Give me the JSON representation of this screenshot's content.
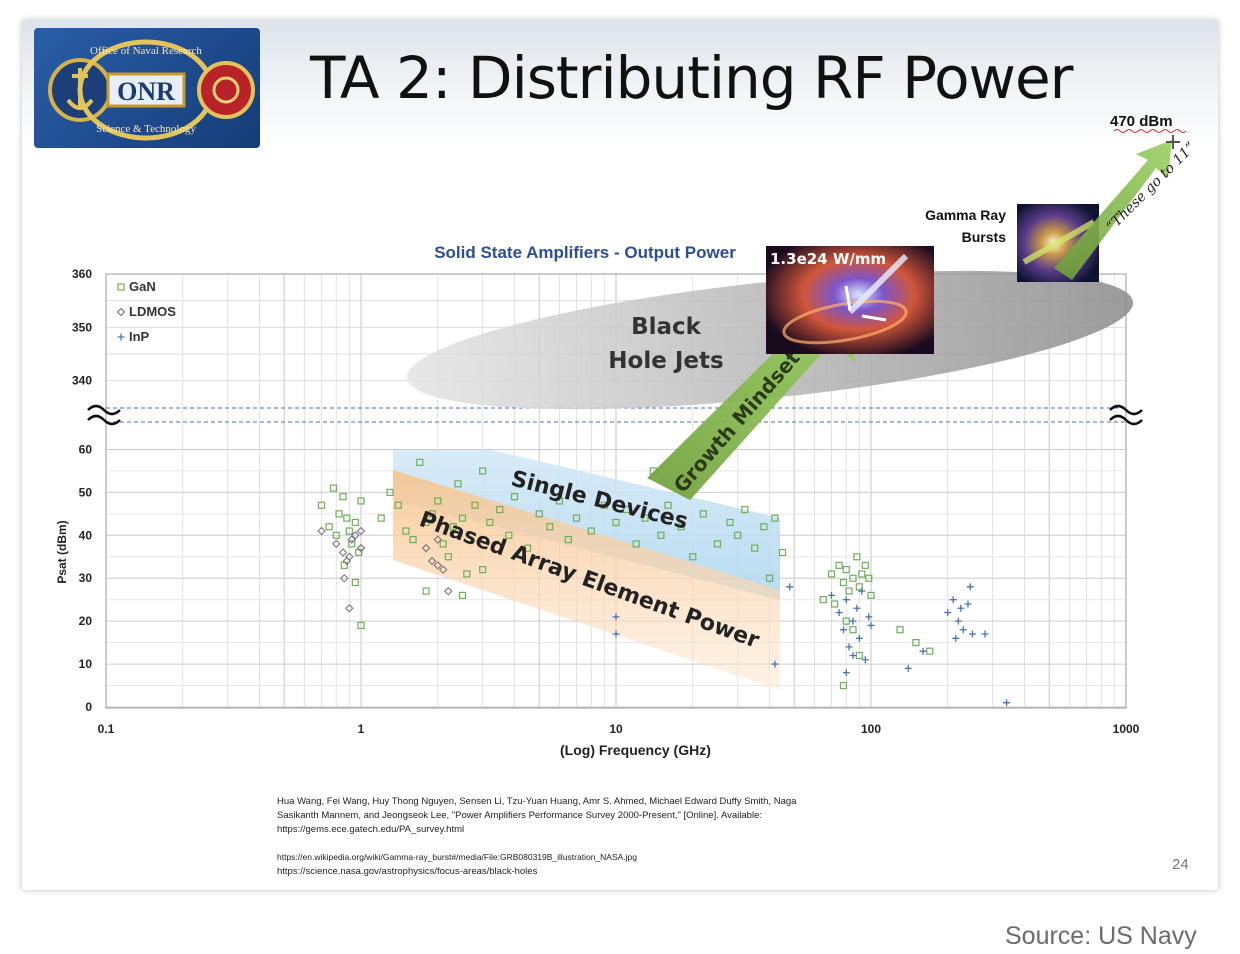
{
  "slide": {
    "title": "TA 2: Distributing RF Power",
    "logo": {
      "org_top": "Office of Naval Research",
      "org_bottom": "Science & Technology",
      "mark": "ONR"
    },
    "page_number": "24"
  },
  "annotations": {
    "top_value": "470 dBm",
    "gamma_ray": [
      "Gamma Ray",
      "Bursts"
    ],
    "these_go_to_11": "“These go to 11”",
    "black_hole_image_label": "1.3e24 W/mm",
    "black_hole_jets": [
      "Black",
      "Hole Jets"
    ],
    "growth_mindset": "Growth Mindset",
    "single_devices": "Single Devices",
    "phased_array": "Phased Array Element Power"
  },
  "references": [
    "Hua Wang, Fei Wang, Huy Thong Nguyen, Sensen Li, Tzu-Yuan Huang, Amr S. Ahmed, Michael Edward Duffy Smith, Naga",
    "Sasikanth Mannem, and Jeongseok Lee, \"Power Amplifiers Performance Survey 2000-Present,\" [Online]. Available:",
    "https://gems.ece.gatech.edu/PA_survey.html",
    "https://en.wikipedia.org/wiki/Gamma-ray_burst#/media/File:GRB080319B_illustration_NASA.jpg",
    "https://science.nasa.gov/astrophysics/focus-areas/black-holes"
  ],
  "source_credit": "Source: US Navy",
  "colors": {
    "gan": "#6fae5a",
    "ldmos": "#777777",
    "inp": "#4a73b0",
    "title_blue": "#2d4f91",
    "arrow_green": "#78b040"
  },
  "chart_data": {
    "type": "scatter",
    "title": "Solid State Amplifiers - Output Power",
    "xlabel": "(Log) Frequency (GHz)",
    "ylabel": "Psat (dBm)",
    "x_scale": "log",
    "xlim": [
      0.1,
      1000
    ],
    "x_ticks": [
      "0.1",
      "1",
      "10",
      "100",
      "1000"
    ],
    "y_ticks_lower": [
      "0",
      "10",
      "20",
      "30",
      "40",
      "50",
      "60"
    ],
    "y_ticks_upper": [
      "340",
      "350",
      "360"
    ],
    "ylim_lower": [
      0,
      65
    ],
    "ylim_upper": [
      336,
      360
    ],
    "axis_break": true,
    "grid": true,
    "legend_position": "top-left",
    "series": [
      {
        "name": "GaN",
        "marker": "square",
        "points": [
          [
            0.7,
            47
          ],
          [
            0.75,
            42
          ],
          [
            0.8,
            40
          ],
          [
            0.82,
            45
          ],
          [
            0.85,
            49
          ],
          [
            0.88,
            44
          ],
          [
            0.9,
            41
          ],
          [
            0.92,
            38
          ],
          [
            0.95,
            43
          ],
          [
            0.98,
            36
          ],
          [
            1.0,
            48
          ],
          [
            0.78,
            51
          ],
          [
            0.86,
            33
          ],
          [
            1.0,
            19
          ],
          [
            0.95,
            29
          ],
          [
            1.2,
            44
          ],
          [
            1.3,
            50
          ],
          [
            1.4,
            47
          ],
          [
            1.5,
            41
          ],
          [
            1.6,
            39
          ],
          [
            1.7,
            57
          ],
          [
            1.8,
            43
          ],
          [
            1.9,
            45
          ],
          [
            2.0,
            48
          ],
          [
            2.1,
            38
          ],
          [
            2.2,
            35
          ],
          [
            2.3,
            42
          ],
          [
            2.4,
            52
          ],
          [
            2.5,
            44
          ],
          [
            2.6,
            31
          ],
          [
            2.8,
            47
          ],
          [
            3.0,
            55
          ],
          [
            3.2,
            43
          ],
          [
            3.5,
            46
          ],
          [
            3.8,
            40
          ],
          [
            4.0,
            49
          ],
          [
            4.5,
            37
          ],
          [
            5.0,
            45
          ],
          [
            5.5,
            42
          ],
          [
            6.0,
            48
          ],
          [
            6.5,
            39
          ],
          [
            7.0,
            44
          ],
          [
            8.0,
            41
          ],
          [
            9.0,
            47
          ],
          [
            10,
            43
          ],
          [
            11,
            46
          ],
          [
            12,
            38
          ],
          [
            13,
            44
          ],
          [
            14,
            55
          ],
          [
            15,
            40
          ],
          [
            16,
            47
          ],
          [
            18,
            42
          ],
          [
            20,
            35
          ],
          [
            22,
            45
          ],
          [
            25,
            38
          ],
          [
            28,
            43
          ],
          [
            30,
            40
          ],
          [
            32,
            46
          ],
          [
            35,
            37
          ],
          [
            38,
            42
          ],
          [
            40,
            30
          ],
          [
            42,
            44
          ],
          [
            45,
            36
          ],
          [
            1.8,
            27
          ],
          [
            2.5,
            26
          ],
          [
            3.0,
            32
          ],
          [
            65,
            25
          ],
          [
            70,
            31
          ],
          [
            72,
            24
          ],
          [
            75,
            33
          ],
          [
            78,
            29
          ],
          [
            80,
            32
          ],
          [
            82,
            27
          ],
          [
            85,
            30
          ],
          [
            88,
            35
          ],
          [
            90,
            28
          ],
          [
            92,
            31
          ],
          [
            95,
            33
          ],
          [
            98,
            30
          ],
          [
            100,
            26
          ],
          [
            80,
            20
          ],
          [
            85,
            18
          ],
          [
            90,
            12
          ],
          [
            78,
            5
          ],
          [
            130,
            18
          ],
          [
            150,
            15
          ],
          [
            170,
            13
          ]
        ]
      },
      {
        "name": "LDMOS",
        "marker": "diamond",
        "points": [
          [
            0.7,
            41
          ],
          [
            0.8,
            38
          ],
          [
            0.85,
            36
          ],
          [
            0.88,
            34
          ],
          [
            0.9,
            35
          ],
          [
            0.92,
            39
          ],
          [
            0.95,
            40
          ],
          [
            0.86,
            30
          ],
          [
            0.9,
            23
          ],
          [
            1.0,
            41
          ],
          [
            1.0,
            37
          ],
          [
            2.0,
            39
          ],
          [
            2.0,
            33
          ],
          [
            2.1,
            32
          ],
          [
            2.2,
            27
          ],
          [
            1.8,
            37
          ],
          [
            1.9,
            34
          ]
        ]
      },
      {
        "name": "InP",
        "marker": "plus",
        "points": [
          [
            10,
            21
          ],
          [
            10,
            17
          ],
          [
            48,
            28
          ],
          [
            42,
            10
          ],
          [
            70,
            26
          ],
          [
            75,
            22
          ],
          [
            78,
            18
          ],
          [
            80,
            25
          ],
          [
            82,
            14
          ],
          [
            85,
            20
          ],
          [
            88,
            23
          ],
          [
            90,
            16
          ],
          [
            92,
            27
          ],
          [
            95,
            11
          ],
          [
            98,
            21
          ],
          [
            100,
            19
          ],
          [
            80,
            8
          ],
          [
            85,
            12
          ],
          [
            140,
            9
          ],
          [
            160,
            13
          ],
          [
            200,
            22
          ],
          [
            210,
            25
          ],
          [
            220,
            20
          ],
          [
            230,
            18
          ],
          [
            240,
            24
          ],
          [
            245,
            28
          ],
          [
            250,
            17
          ],
          [
            215,
            16
          ],
          [
            225,
            23
          ],
          [
            280,
            17
          ],
          [
            340,
            1
          ]
        ]
      }
    ],
    "reference_points": [
      {
        "label": "470 dBm",
        "value": 470
      }
    ]
  }
}
